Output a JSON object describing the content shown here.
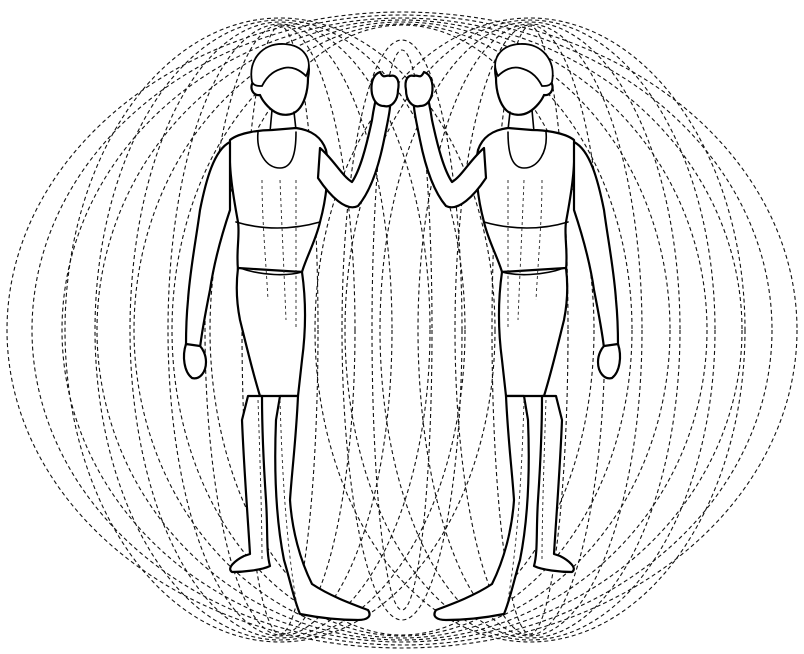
{
  "illustration": {
    "subject": "two-figures-facing-energy-field",
    "figures": [
      "left-figure",
      "right-figure"
    ],
    "line_color": "#000000",
    "background": "#ffffff"
  }
}
